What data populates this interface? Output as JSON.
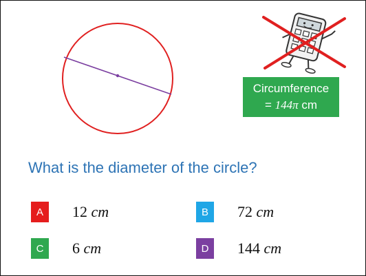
{
  "circumference_box": {
    "line1": "Circumference",
    "eq": "= ",
    "value": "144π",
    "unit": " cm"
  },
  "question": "What is the diameter of the circle?",
  "options": [
    {
      "letter": "A",
      "number": "12 ",
      "unit": "cm",
      "color": "#e51d1d"
    },
    {
      "letter": "B",
      "number": "72 ",
      "unit": "cm",
      "color": "#1fa6e6"
    },
    {
      "letter": "C",
      "number": "6 ",
      "unit": "cm",
      "color": "#2fa84f"
    },
    {
      "letter": "D",
      "number": "144 ",
      "unit": "cm",
      "color": "#7b3fa0"
    }
  ],
  "colors": {
    "circle": "#e02020",
    "diameter": "#7b3fa0",
    "cross": "#e02020",
    "box": "#2fa84f",
    "question": "#2e74b5"
  },
  "icons": [
    "circle-diagram",
    "calculator-icon",
    "no-calculator-cross-icon"
  ]
}
